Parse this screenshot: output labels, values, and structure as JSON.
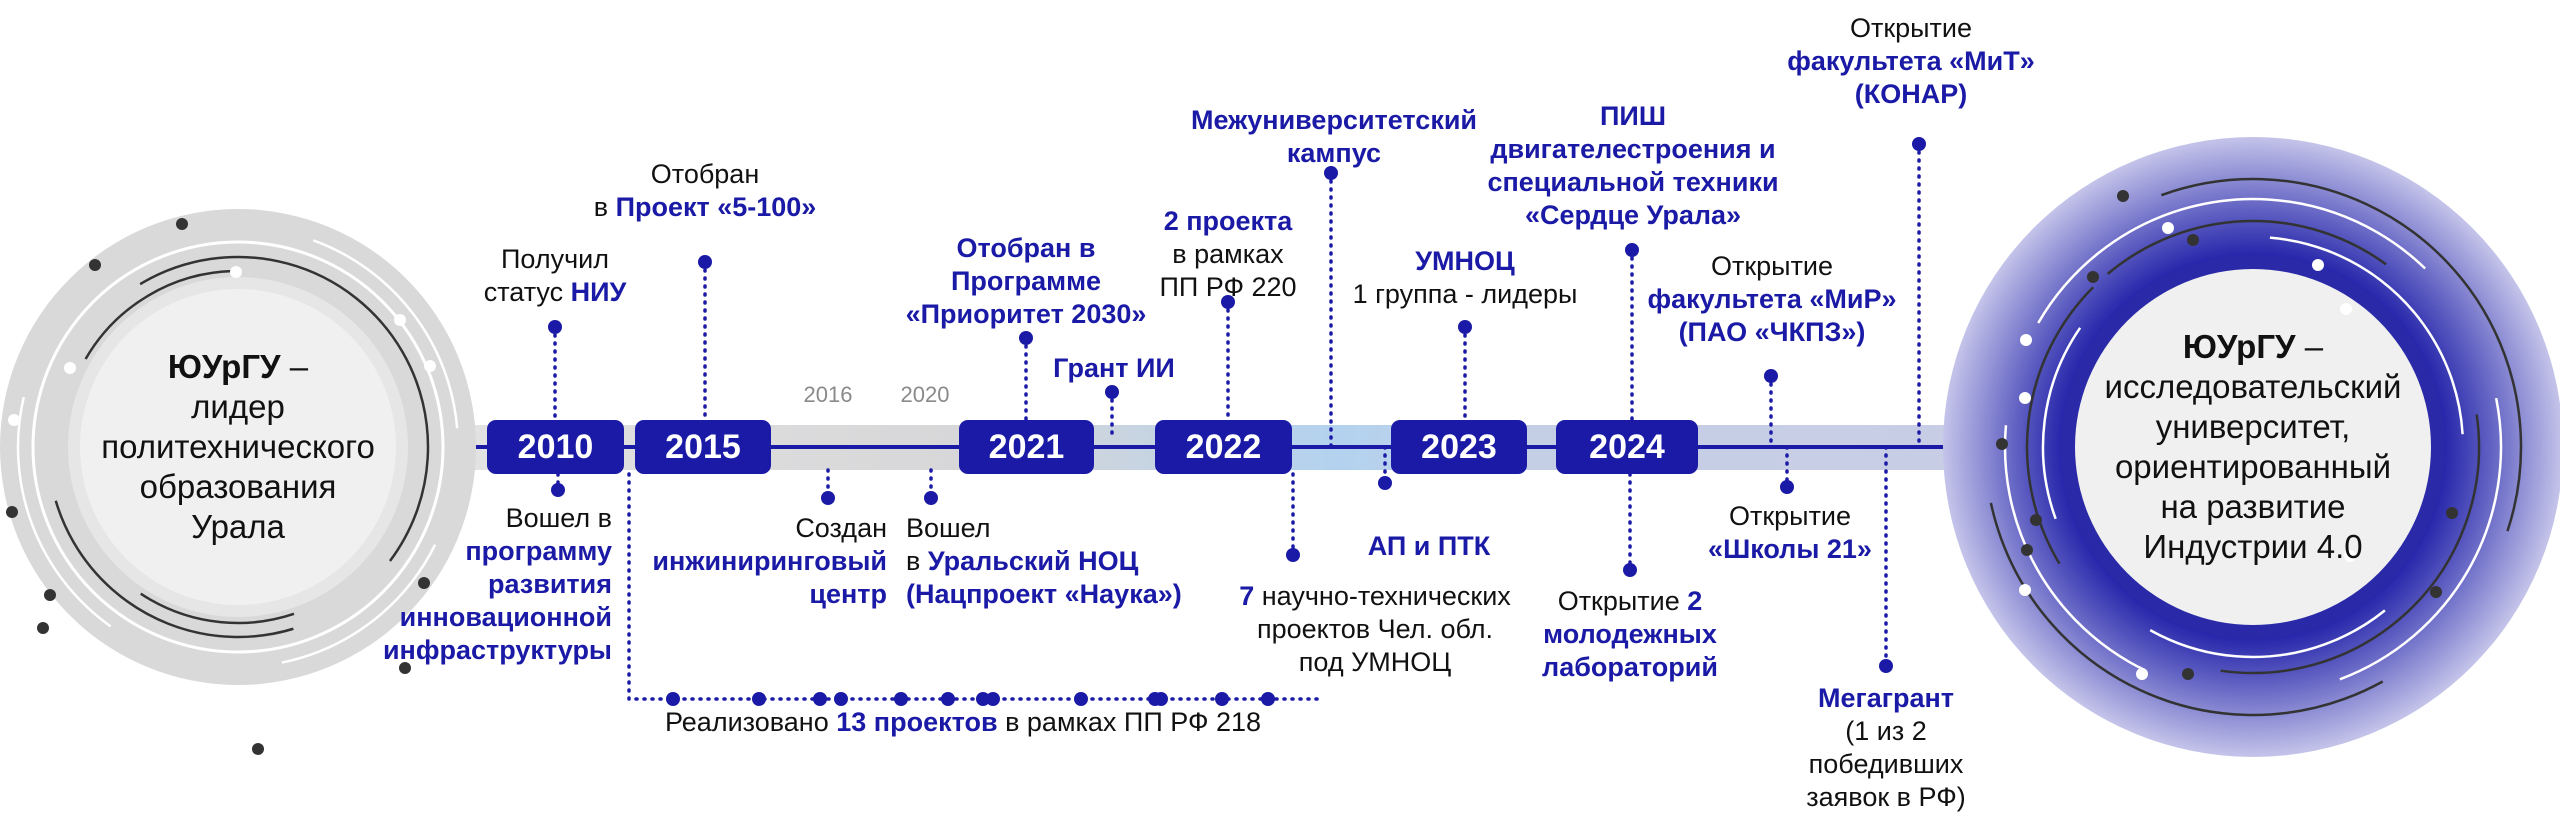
{
  "colors": {
    "accent": "#1a1aa6",
    "gray_circle": "#d9d9d9",
    "inner": "#f0f0f0"
  },
  "left_circle": {
    "lines": [
      [
        {
          "t": "ЮУрГУ",
          "s": "k"
        },
        {
          "t": " –"
        }
      ],
      [
        {
          "t": "лидер"
        }
      ],
      [
        {
          "t": "политехнического"
        }
      ],
      [
        {
          "t": "образования"
        }
      ],
      [
        {
          "t": "Урала"
        }
      ]
    ]
  },
  "right_circle": {
    "lines": [
      [
        {
          "t": "ЮУрГУ",
          "s": "k"
        },
        {
          "t": " –"
        }
      ],
      [
        {
          "t": "исследовательский"
        }
      ],
      [
        {
          "t": "университет,"
        }
      ],
      [
        {
          "t": "ориентированный"
        }
      ],
      [
        {
          "t": "на развитие"
        }
      ],
      [
        {
          "t": "Индустрии 4.0"
        }
      ]
    ]
  },
  "years": [
    "2010",
    "2015",
    "2021",
    "2022",
    "2023",
    "2024"
  ],
  "minor_years": [
    "2016",
    "2020"
  ],
  "events": [
    {
      "lines": [
        [
          {
            "t": "Получил"
          }
        ],
        [
          {
            "t": "статус "
          },
          {
            "t": "НИУ",
            "s": "b"
          }
        ]
      ]
    },
    {
      "lines": [
        [
          {
            "t": "Отобран"
          }
        ],
        [
          {
            "t": "в "
          },
          {
            "t": "Проект «5-100»",
            "s": "b"
          }
        ]
      ]
    },
    {
      "lines": [
        [
          {
            "t": "Отобран в",
            "s": "b"
          }
        ],
        [
          {
            "t": "Программе",
            "s": "b"
          }
        ],
        [
          {
            "t": "«Приоритет 2030»",
            "s": "b"
          }
        ]
      ]
    },
    {
      "lines": [
        [
          {
            "t": "Грант ИИ",
            "s": "b"
          }
        ]
      ]
    },
    {
      "lines": [
        [
          {
            "t": "2 проекта",
            "s": "b"
          }
        ],
        [
          {
            "t": "в рамках"
          }
        ],
        [
          {
            "t": "ПП РФ 220"
          }
        ]
      ]
    },
    {
      "lines": [
        [
          {
            "t": "Межуниверситетский",
            "s": "b"
          }
        ],
        [
          {
            "t": "кампус",
            "s": "b"
          }
        ]
      ]
    },
    {
      "lines": [
        [
          {
            "t": "УМНОЦ",
            "s": "b"
          }
        ],
        [
          {
            "t": "1 группа - лидеры"
          }
        ]
      ]
    },
    {
      "lines": [
        [
          {
            "t": "ПИШ",
            "s": "b"
          }
        ],
        [
          {
            "t": "двигателестроения и",
            "s": "b"
          }
        ],
        [
          {
            "t": "специальной техники",
            "s": "b"
          }
        ],
        [
          {
            "t": "«Сердце Урала»",
            "s": "b"
          }
        ]
      ]
    },
    {
      "lines": [
        [
          {
            "t": "Открытие"
          }
        ],
        [
          {
            "t": "факультета «МиР»",
            "s": "b"
          }
        ],
        [
          {
            "t": "(ПАО «ЧКПЗ»)",
            "s": "b"
          }
        ]
      ]
    },
    {
      "lines": [
        [
          {
            "t": "Открытие"
          }
        ],
        [
          {
            "t": "факультета «МиТ»",
            "s": "b"
          }
        ],
        [
          {
            "t": "(КОНАР)",
            "s": "b"
          }
        ]
      ]
    },
    {
      "lines": [
        [
          {
            "t": "Вошел в"
          }
        ],
        [
          {
            "t": "программу",
            "s": "b"
          }
        ],
        [
          {
            "t": "развития",
            "s": "b"
          }
        ],
        [
          {
            "t": "инновационной",
            "s": "b"
          }
        ],
        [
          {
            "t": "инфраструктуры",
            "s": "b"
          }
        ]
      ]
    },
    {
      "lines": [
        [
          {
            "t": "Создан"
          }
        ],
        [
          {
            "t": "инжиниринговый",
            "s": "b"
          }
        ],
        [
          {
            "t": "центр",
            "s": "b"
          }
        ]
      ]
    },
    {
      "lines": [
        [
          {
            "t": "Вошел"
          }
        ],
        [
          {
            "t": "в "
          },
          {
            "t": "Уральский НОЦ",
            "s": "b"
          }
        ],
        [
          {
            "t": "(Нацпроект «Наука»)",
            "s": "b"
          }
        ]
      ]
    },
    {
      "lines": [
        [
          {
            "t": "7",
            "s": "b"
          },
          {
            "t": " научно-технических"
          }
        ],
        [
          {
            "t": "проектов Чел. обл."
          }
        ],
        [
          {
            "t": "под УМНОЦ"
          }
        ]
      ]
    },
    {
      "lines": [
        [
          {
            "t": "АП и ПТК",
            "s": "b"
          }
        ]
      ]
    },
    {
      "lines": [
        [
          {
            "t": "Открытие "
          },
          {
            "t": "2",
            "s": "b"
          }
        ],
        [
          {
            "t": "молодежных",
            "s": "b"
          }
        ],
        [
          {
            "t": "лабораторий",
            "s": "b"
          }
        ]
      ]
    },
    {
      "lines": [
        [
          {
            "t": "Открытие"
          }
        ],
        [
          {
            "t": "«Школы 21»",
            "s": "b"
          }
        ]
      ]
    },
    {
      "lines": [
        [
          {
            "t": "Мегагрант",
            "s": "b"
          }
        ],
        [
          {
            "t": "(1 из 2"
          }
        ],
        [
          {
            "t": "победивших"
          }
        ],
        [
          {
            "t": "заявок в РФ)"
          }
        ]
      ]
    },
    {
      "lines": [
        [
          {
            "t": "Реализовано "
          },
          {
            "t": "13 проектов",
            "s": "b"
          },
          {
            "t": " в рамках ПП РФ 218"
          }
        ]
      ]
    }
  ],
  "pp218_project_count": 13
}
